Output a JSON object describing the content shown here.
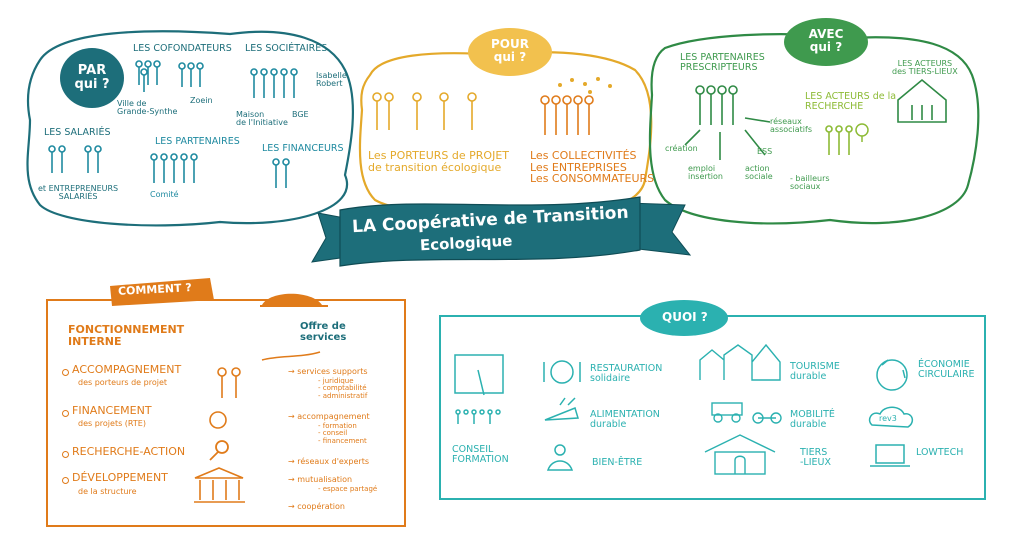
{
  "colors": {
    "teal": "#1d6e7a",
    "teal_light": "#1f8aa0",
    "yellow": "#e4a92a",
    "green": "#3f9a4e",
    "lime": "#8dbb36",
    "orange": "#e07b1a",
    "turquoise": "#2bb1b0"
  },
  "title": {
    "line1": "LA Coopérative de Transition",
    "line2": "Ecologique"
  },
  "par_qui": {
    "badge": "PAR\nqui ?",
    "cofondateurs": "LES COFONDATEURS",
    "ville": "Ville de\nGrande-Synthe",
    "zoein": "Zoein",
    "societaires": "LES SOCIÉTAIRES",
    "isabelle": "Isabelle\nRobert",
    "maison": "Maison\nde l'Initiative",
    "bge": "BGE",
    "salaries": "LES SALARIÉS",
    "entrepreneurs": "et ENTREPRENEURS\nSALARIÉS",
    "partenaires": "LES PARTENAIRES",
    "comite": "Comité",
    "financeurs": "LES FINANCEURS"
  },
  "pour_qui": {
    "badge": "POUR\nqui ?",
    "porteurs": "Les PORTEURS de PROJET\nde transition écologique",
    "collectivites": "Les COLLECTIVITÉS\nLes ENTREPRISES\nLes CONSOMMATEURS"
  },
  "avec_qui": {
    "badge": "AVEC\nqui ?",
    "prescripteurs": "LES PARTENAIRES\nPRESCRIPTEURS",
    "reseaux": "réseaux\nassociatifs",
    "ess": "ESS",
    "creation": "création",
    "emploi": "emploi\ninsertion",
    "action": "action\nsociale",
    "bailleurs": "- bailleurs\nsociaux",
    "recherche": "LES ACTEURS de la\nRECHERCHE",
    "tiers_lieux": "LES ACTEURS\ndes TIERS-LIEUX"
  },
  "comment": {
    "badge": "COMMENT ?",
    "fonctionnement": "FONCTIONNEMENT\nINTERNE",
    "items": [
      {
        "title": "ACCOMPAGNEMENT",
        "sub": "des porteurs de projet"
      },
      {
        "title": "FINANCEMENT",
        "sub": "des projets (RTE)"
      },
      {
        "title": "RECHERCHE-ACTION",
        "sub": ""
      },
      {
        "title": "DÉVELOPPEMENT",
        "sub": "de la structure"
      }
    ],
    "offre": "Offre de\nservices",
    "services": [
      {
        "label": "→ services supports",
        "details": "- juridique\n- comptabilité\n- administratif"
      },
      {
        "label": "→ accompagnement",
        "details": "- formation\n- conseil\n- financement"
      },
      {
        "label": "→ réseaux d'experts",
        "details": ""
      },
      {
        "label": "→ mutualisation",
        "details": "- espace partagé"
      },
      {
        "label": "→ coopération",
        "details": ""
      }
    ]
  },
  "quoi": {
    "badge": "QUOI ?",
    "conseil": "CONSEIL\nFORMATION",
    "restauration": "RESTAURATION\nsolidaire",
    "alimentation": "ALIMENTATION\ndurable",
    "bien_etre": "BIEN-ÊTRE",
    "tourisme": "TOURISME\ndurable",
    "mobilite": "MOBILITÉ\ndurable",
    "tiers": "TIERS\n-LIEUX",
    "economie": "ÉCONOMIE\nCIRCULAIRE",
    "tev3_icon": "rev3",
    "lowtech": "LOWTECH"
  },
  "icons": [
    "people-group-icon",
    "plate-cutlery-icon",
    "carrot-icon",
    "meditation-icon",
    "village-icon",
    "car-bike-icon",
    "hall-icon",
    "recycle-icon",
    "cloud-icon",
    "laptop-icon",
    "coin-icon",
    "magnifier-icon",
    "temple-icon",
    "serving-tray-icon",
    "house-icon",
    "bulb-icon"
  ]
}
